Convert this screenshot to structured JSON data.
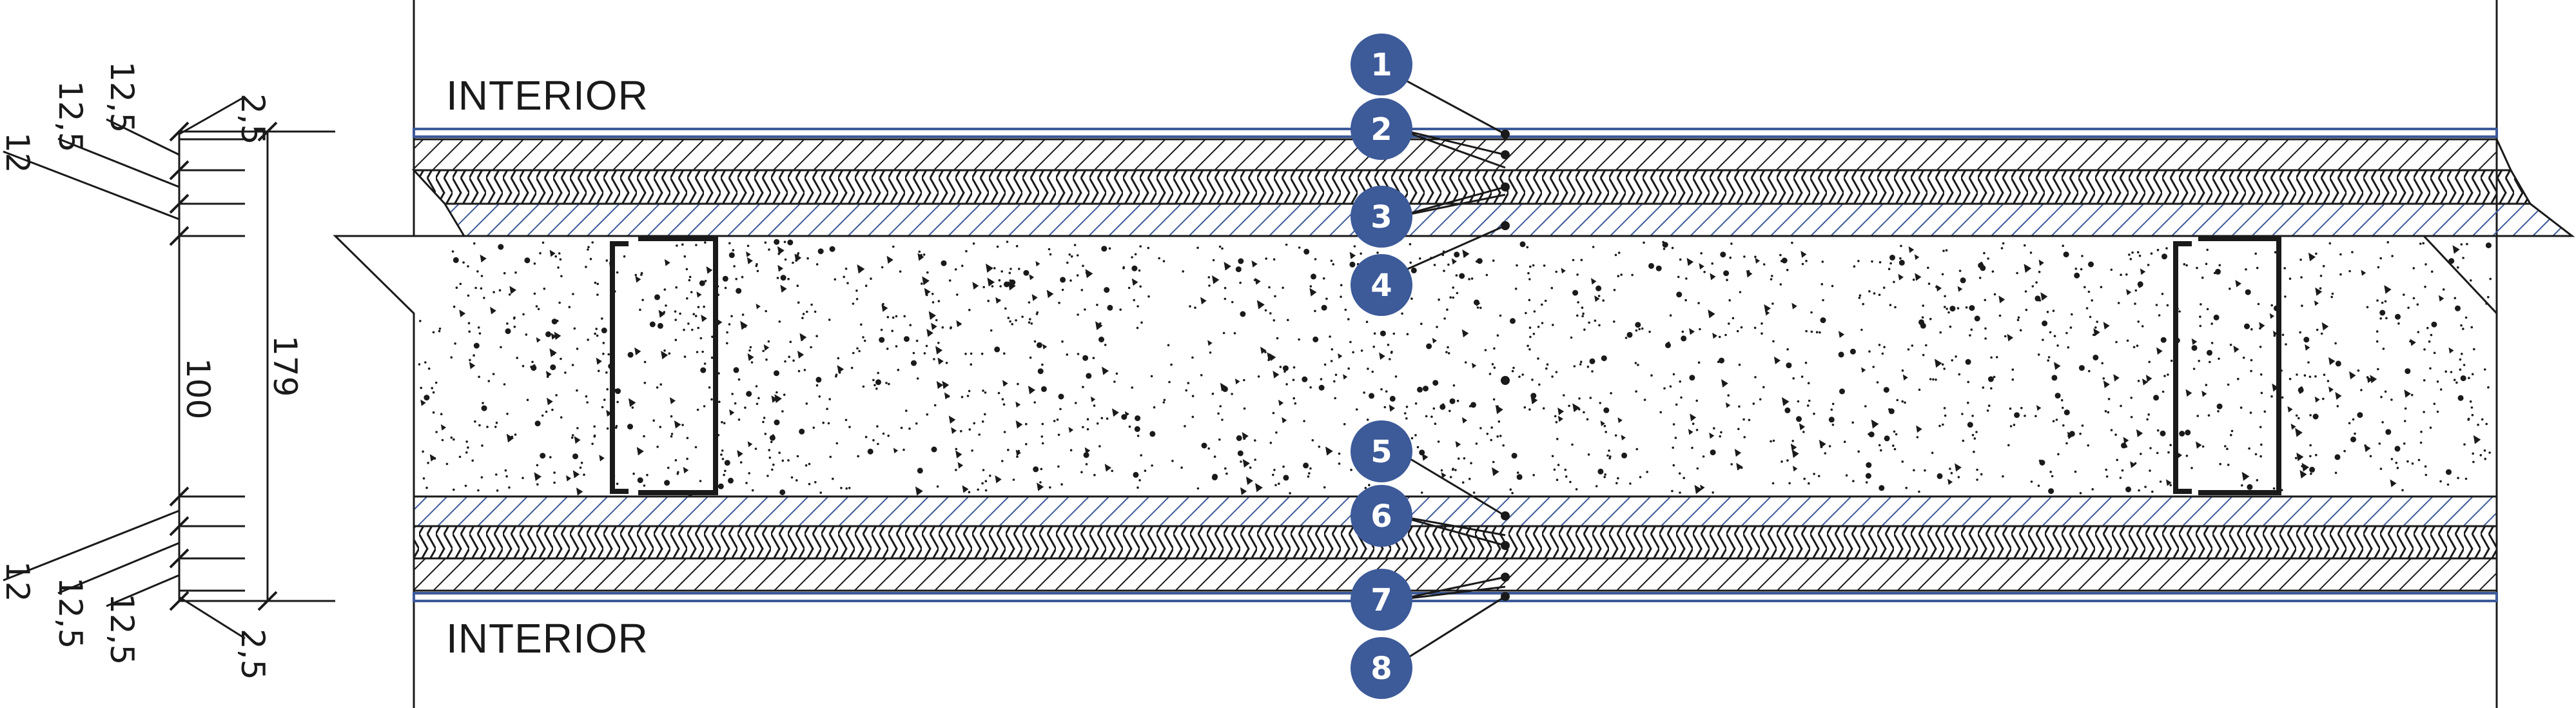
{
  "labels": {
    "interior_top": "INTERIOR",
    "interior_bottom": "INTERIOR"
  },
  "dimensions": {
    "top_stack": [
      "2,5",
      "12,5",
      "12,5",
      "12"
    ],
    "bottom_stack": [
      "12",
      "12,5",
      "12,5",
      "2,5"
    ],
    "core": "100",
    "total": "179"
  },
  "callouts": [
    "1",
    "2",
    "3",
    "4",
    "5",
    "6",
    "7",
    "8"
  ],
  "colors": {
    "accent": "#3d5a99",
    "ink": "#1a1a1a",
    "hatch_blue": "#3d5a99"
  }
}
